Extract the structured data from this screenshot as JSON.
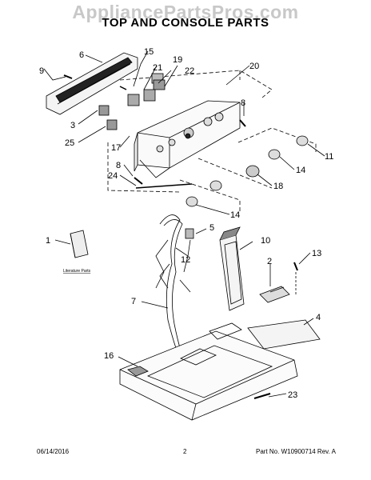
{
  "watermark": "AppliancePartsPros.com",
  "title": "TOP AND CONSOLE PARTS",
  "literature_label": "Literature Parts",
  "callouts": [
    "1",
    "2",
    "3",
    "4",
    "5",
    "6",
    "7",
    "8",
    "8",
    "9",
    "10",
    "11",
    "12",
    "13",
    "14",
    "14",
    "15",
    "16",
    "17",
    "18",
    "19",
    "20",
    "21",
    "22",
    "23",
    "24",
    "25"
  ],
  "footer": {
    "date": "06/14/2016",
    "page": "2",
    "part_no": "Part No.  W10900714  Rev. A"
  }
}
